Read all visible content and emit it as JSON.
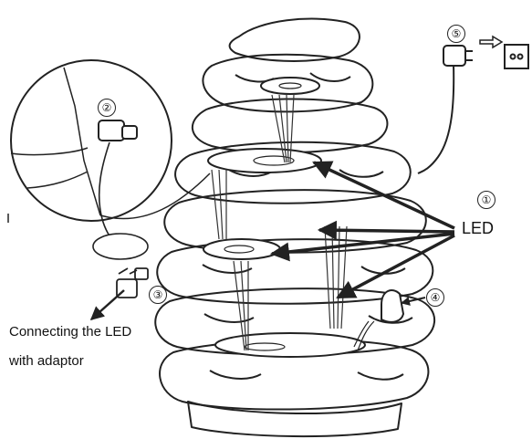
{
  "labels": {
    "led": "LED",
    "caption_line_1": "Connecting the LED",
    "caption_line_2": "with adaptor"
  },
  "callouts": [
    "①",
    "②",
    "③",
    "④",
    "⑤"
  ],
  "colors": {
    "ink": "#111111",
    "arrow": "#222222",
    "background": "#ffffff"
  }
}
